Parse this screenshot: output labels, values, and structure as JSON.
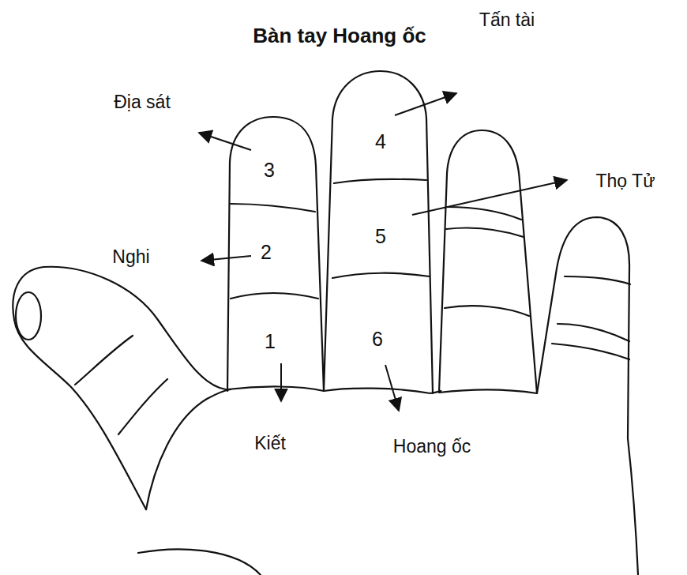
{
  "diagram": {
    "title": "Bàn tay Hoang ốc",
    "labels": [
      "Địa sát",
      "3",
      "Tấn tài",
      "4",
      "Thọ Tử",
      "5",
      "Nghi",
      "2",
      "1",
      "6",
      "Kiết",
      "Hoang ốc"
    ]
  }
}
